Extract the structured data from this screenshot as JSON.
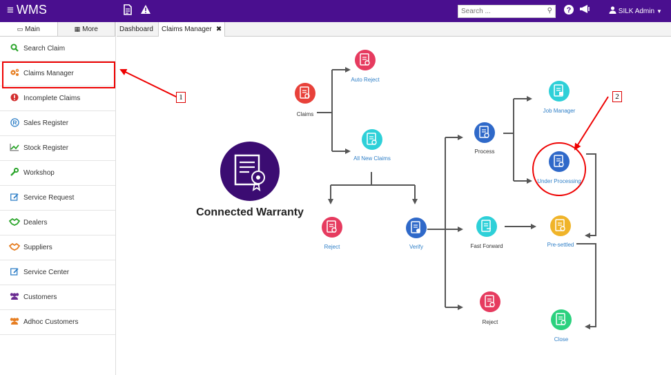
{
  "app": {
    "title": "WMS"
  },
  "topbar": {
    "search_placeholder": "Search ...",
    "user": "SILK Admin",
    "color": "#4a0f8f"
  },
  "sidebar": {
    "tabs": [
      {
        "label": "Main"
      },
      {
        "label": "More"
      }
    ],
    "items": [
      {
        "label": "Search Claim",
        "icon": "search-icon",
        "color": "#2ba52b"
      },
      {
        "label": "Claims Manager",
        "icon": "gears-icon",
        "color": "#e67e22"
      },
      {
        "label": "Incomplete Claims",
        "icon": "exclamation-icon",
        "color": "#d32f2f"
      },
      {
        "label": "Sales Register",
        "icon": "registered-icon",
        "color": "#2f7fc7"
      },
      {
        "label": "Stock Register",
        "icon": "chart-icon",
        "color": "#2ba52b"
      },
      {
        "label": "Workshop",
        "icon": "wrench-icon",
        "color": "#2ba52b"
      },
      {
        "label": "Service Request",
        "icon": "edit-icon",
        "color": "#2f7fc7"
      },
      {
        "label": "Dealers",
        "icon": "handshake-icon",
        "color": "#2ba52b"
      },
      {
        "label": "Suppliers",
        "icon": "handshake-icon",
        "color": "#e67e22"
      },
      {
        "label": "Service Center",
        "icon": "edit-icon",
        "color": "#2f7fc7"
      },
      {
        "label": "Customers",
        "icon": "users-icon",
        "color": "#6a2c91"
      },
      {
        "label": "Adhoc Customers",
        "icon": "users-icon",
        "color": "#e67e22"
      }
    ]
  },
  "content_tabs": [
    {
      "label": "Dashboard"
    },
    {
      "label": "Claims Manager"
    }
  ],
  "diagram": {
    "brand": "Connected Warranty",
    "nodes": {
      "claims": "Claims",
      "auto_reject": "Auto Reject",
      "all_new_claims": "All New Claims",
      "reject_left": "Reject",
      "verify": "Verify",
      "process": "Process",
      "fast_forward": "Fast Forward",
      "reject_right": "Reject",
      "job_manager": "Job Manager",
      "under_processing": "Under Processing",
      "pre_settled": "Pre-settled",
      "close": "Close"
    }
  },
  "annotations": {
    "one": "1",
    "two": "2"
  }
}
